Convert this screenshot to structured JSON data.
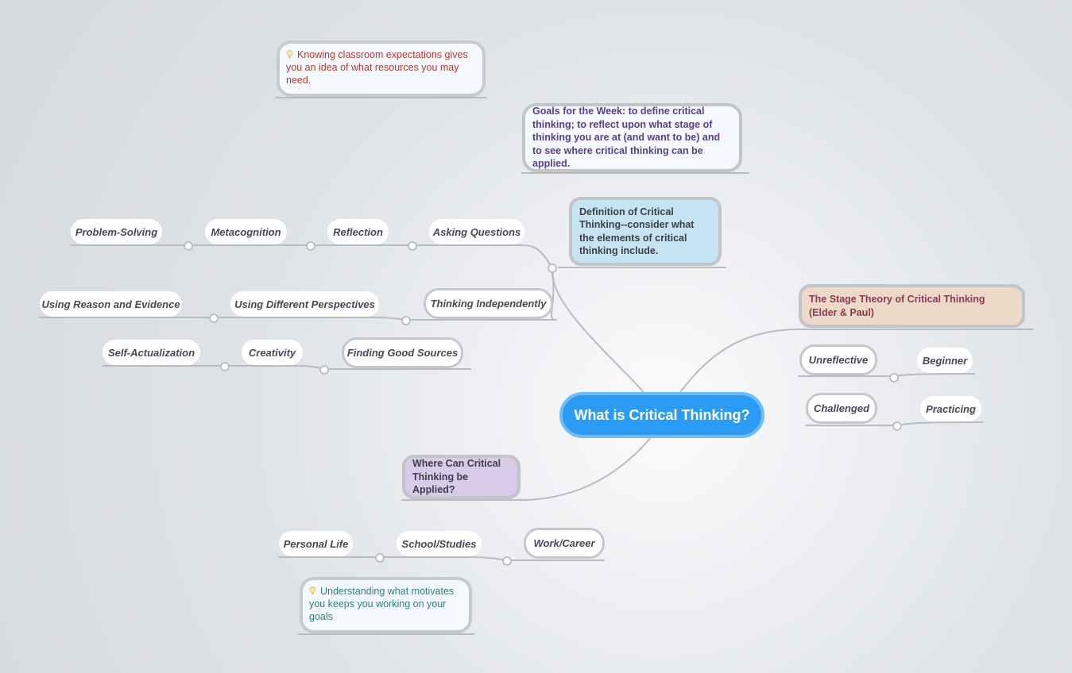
{
  "central": {
    "label": "What is Critical Thinking?"
  },
  "notes": {
    "classroom": "Knowing classroom expectations gives you an idea of what resources you may need.",
    "motivation": "Understanding what motivates you keeps you working on your goals"
  },
  "goals": {
    "label": "Goals for the Week: to define critical thinking; to reflect upon what stage of thinking you are at (and want to be) and to see where critical thinking can be applied."
  },
  "definition": {
    "label": "Definition of Critical Thinking--consider what the elements of critical thinking include.",
    "chain": [
      "Asking Questions",
      "Reflection",
      "Metacognition",
      "Problem-Solving"
    ],
    "independently": {
      "label": "Thinking Independently",
      "chain": [
        "Using Different Perspectives",
        "Using Reason and Evidence"
      ]
    },
    "sources": {
      "label": "Finding Good Sources",
      "chain": [
        "Creativity",
        "Self-Actualization"
      ]
    }
  },
  "stage_theory": {
    "label": "The Stage Theory of Critical Thinking (Elder & Paul)",
    "stages": [
      {
        "label": "Unreflective",
        "next": "Beginner"
      },
      {
        "label": "Challenged",
        "next": "Practicing"
      }
    ]
  },
  "applied": {
    "label": "Where Can Critical Thinking be Applied?",
    "work": {
      "label": "Work/Career",
      "chain": [
        "School/Studies",
        "Personal Life"
      ]
    }
  },
  "colors": {
    "central": "#2b9cf5",
    "definition_fill": "#c6e3f2",
    "stage_fill": "#ecd9c8",
    "applied_fill": "#d9c9ea",
    "note_red": "#b03a2e",
    "note_teal": "#2f7d7a",
    "goals_text": "#5a3f82",
    "stage_text": "#8a3a55",
    "connector": "#b8bbc0"
  }
}
